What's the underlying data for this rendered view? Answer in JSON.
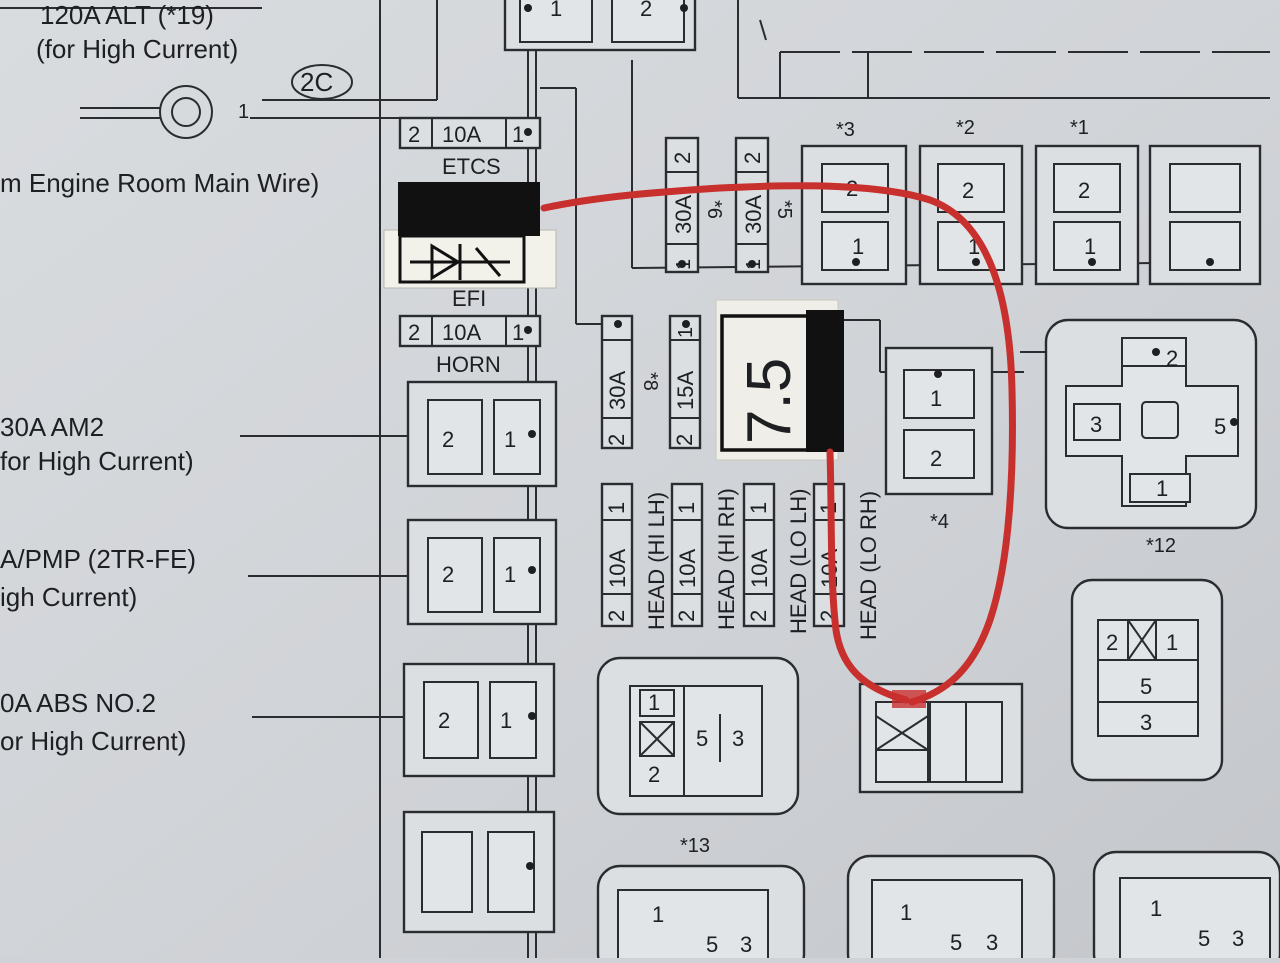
{
  "left_labels": {
    "alt_a": "120A ALT (*19)",
    "alt_b": "(for High Current)",
    "conn_2c": "2C",
    "engine_wire": "m Engine Room Main Wire)",
    "am2_a": "30A AM2",
    "am2_b": "for High Current)",
    "pmp_a": "A/PMP (2TR-FE)",
    "pmp_b": "igh Current)",
    "abs_a": "0A ABS NO.2",
    "abs_b": "or High Current)"
  },
  "fuses": {
    "etcs": {
      "name": "ETCS",
      "rating": "10A"
    },
    "efi": {
      "name": "EFI"
    },
    "horn": {
      "name": "HORN",
      "rating": "10A"
    },
    "f30a_8": {
      "rating": "30A",
      "tag": "*8"
    },
    "f15a": {
      "rating": "15A"
    },
    "f30a_6": {
      "rating": "30A",
      "tag": "*6"
    },
    "f30a_5": {
      "rating": "30A",
      "tag": "*5"
    },
    "head_hi_lh": {
      "rating": "10A",
      "name": "HEAD (HI LH)"
    },
    "head_hi_rh": {
      "rating": "10A",
      "name": "HEAD (HI RH)"
    },
    "head_lo_lh": {
      "rating": "10A",
      "name": "HEAD (LO LH)"
    },
    "head_lo_rh": {
      "rating": "10A",
      "name": "HEAD (LO RH)"
    }
  },
  "relay_tags": {
    "r3": "*3",
    "r2": "*2",
    "r1": "*1",
    "r4": "*4",
    "r12": "*12",
    "r13": "*13"
  },
  "pins": {
    "p1": "1",
    "p2": "2",
    "p3": "3",
    "p5": "5"
  },
  "annotations": {
    "handwritten_rating": "7.5"
  },
  "colors": {
    "marker_red": "#c8302e",
    "marker_black": "#111111",
    "paper": "#d8dbdf"
  }
}
